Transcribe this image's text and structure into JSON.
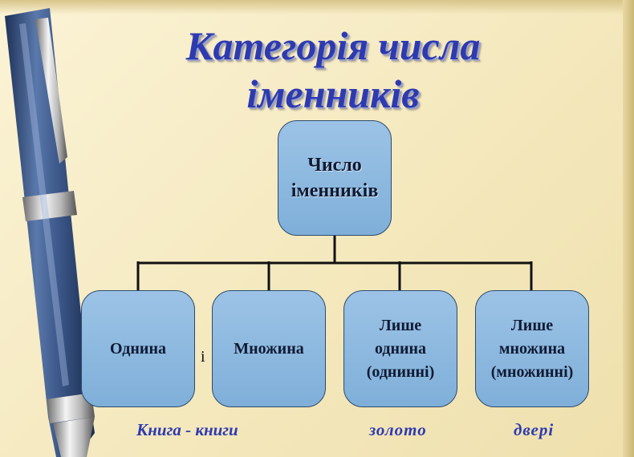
{
  "title": {
    "line1": "Категорія числа",
    "line2": "іменників"
  },
  "root": {
    "line1": "Число",
    "line2": "іменників"
  },
  "children": [
    {
      "lines": [
        "Однина"
      ]
    },
    {
      "lines": [
        "Множина"
      ]
    },
    {
      "lines": [
        "Лише",
        "однина",
        "(однинні)"
      ]
    },
    {
      "lines": [
        "Лише",
        "множина",
        "(множинні)"
      ]
    }
  ],
  "conjunction": "і",
  "examples": [
    "Книга - книги",
    "золото",
    "двері"
  ],
  "colors": {
    "title": "#2e3ab0",
    "box_fill": "#8fb9e0",
    "box_border": "#2d4a6c",
    "background": "#f7ecc6",
    "pen_body": "#3f5a8c"
  },
  "decoration": {
    "pen": "pen-illustration"
  }
}
